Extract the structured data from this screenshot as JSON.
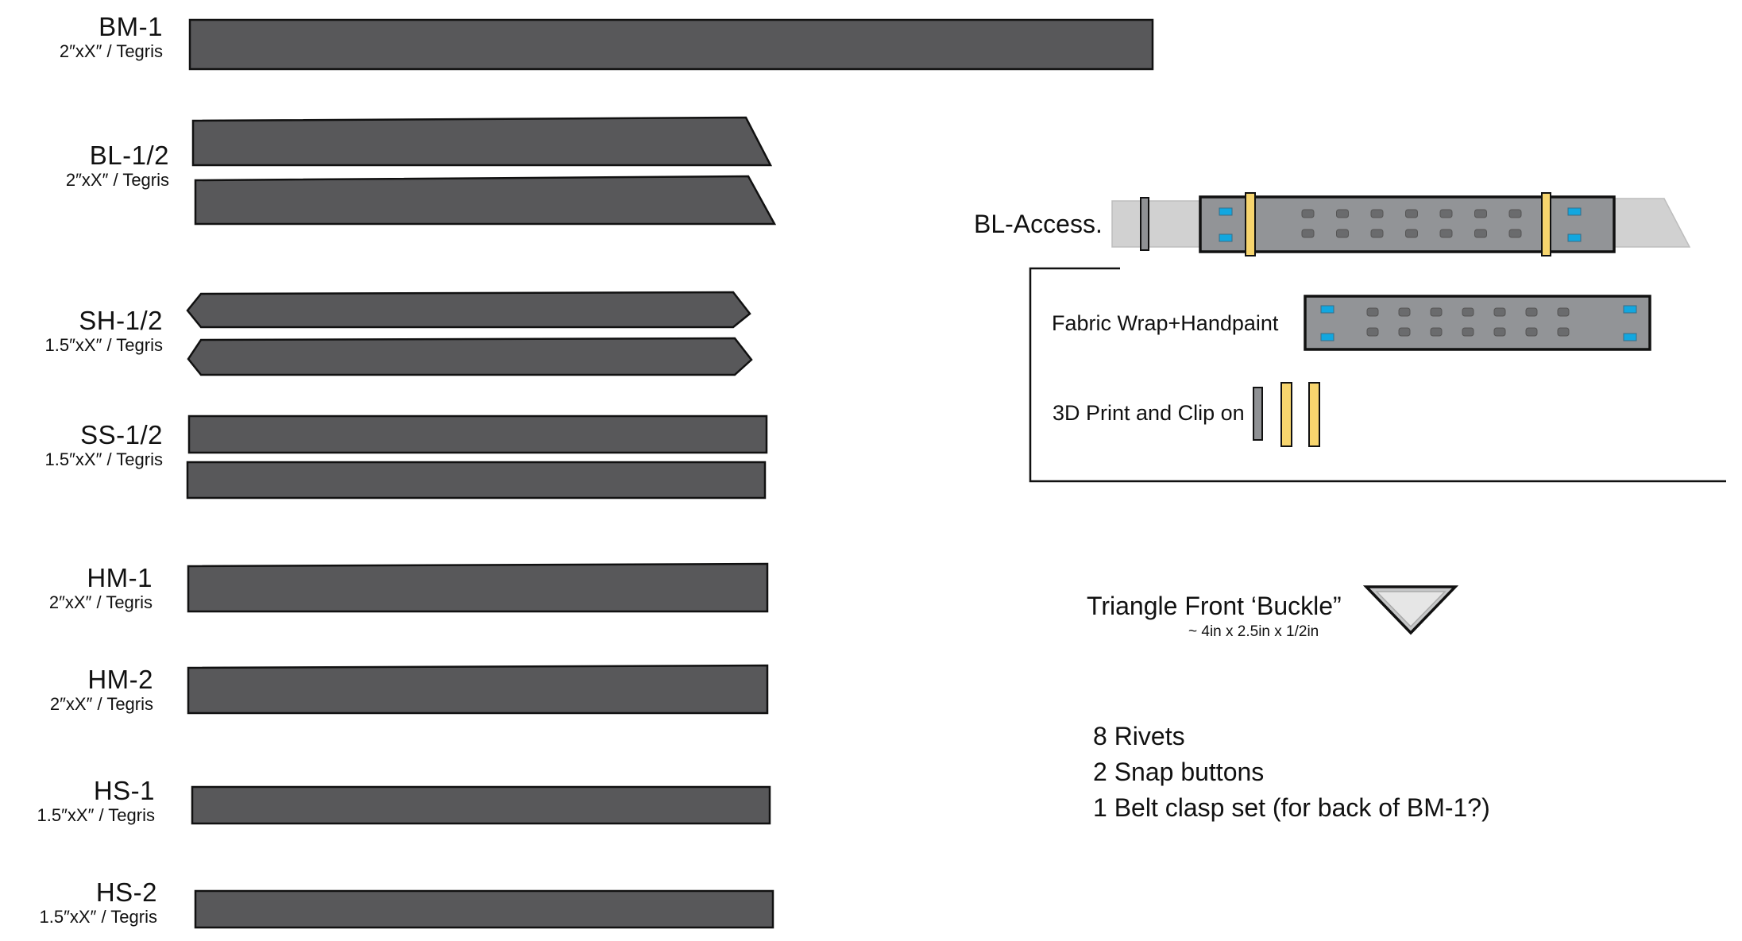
{
  "colors": {
    "strap": "#58585a",
    "strap_stroke": "#111111",
    "belt_body": "#929497",
    "belt_tail": "#d1d1d1",
    "rivet": "#6a6b6d",
    "snap": "#12a7e0",
    "clip_yellow": "#f7d56e",
    "keeper_gray": "#8f9194",
    "buckle_fill": "#e6e6e6",
    "buckle_inner": "#c7c8c9"
  },
  "straps": [
    {
      "code": "BM-1",
      "spec": "2″xX″ / Tegris",
      "pieces": 1,
      "shape": "rectangle"
    },
    {
      "code": "BL-1/2",
      "spec": "2″xX″ / Tegris",
      "pieces": 2,
      "shape": "angled-end"
    },
    {
      "code": "SH-1/2",
      "spec": "1.5″xX″ / Tegris",
      "pieces": 2,
      "shape": "pointed-ends"
    },
    {
      "code": "SS-1/2",
      "spec": "1.5″xX″ / Tegris",
      "pieces": 2,
      "shape": "rectangle"
    },
    {
      "code": "HM-1",
      "spec": "2″xX″ / Tegris",
      "pieces": 1,
      "shape": "rectangle"
    },
    {
      "code": "HM-2",
      "spec": "2″xX″ / Tegris",
      "pieces": 1,
      "shape": "rectangle"
    },
    {
      "code": "HS-1",
      "spec": "1.5″xX″ / Tegris",
      "pieces": 1,
      "shape": "rectangle"
    },
    {
      "code": "HS-2",
      "spec": "1.5″xX″ / Tegris",
      "pieces": 1,
      "shape": "rectangle"
    }
  ],
  "accessory": {
    "title": "BL-Access.",
    "rivet_columns": 7,
    "rivet_rows": 2,
    "snaps_per_end": 2,
    "fabric_label": "Fabric Wrap+Handpaint",
    "print_label": "3D Print and Clip on",
    "clip_parts": [
      "gray-keeper",
      "yellow-clip",
      "yellow-clip"
    ]
  },
  "buckle": {
    "title": "Triangle Front ‘Buckle”",
    "dimensions": "~ 4in x 2.5in x 1/2in"
  },
  "hardware_list": [
    "8 Rivets",
    "2 Snap buttons",
    "1 Belt clasp set (for back of BM-1?)"
  ]
}
